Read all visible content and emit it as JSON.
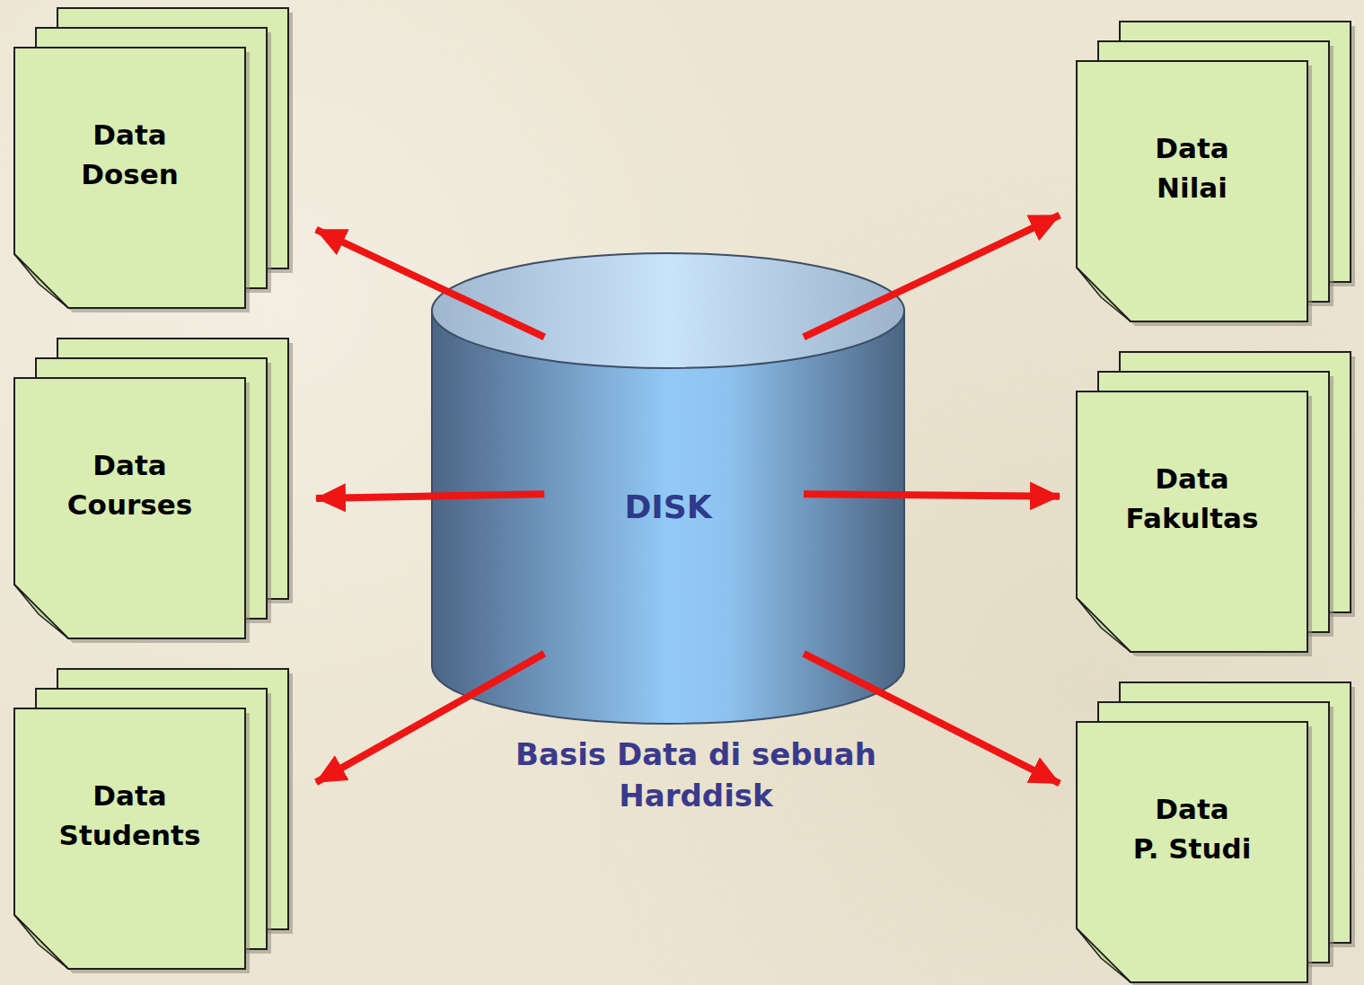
{
  "diagram": {
    "nodes": [
      {
        "text": [
          "Data Dosen"
        ]
      },
      {
        "text": [
          "Data Nilai"
        ]
      },
      {
        "text": [
          "Data Courses"
        ]
      },
      {
        "text": [
          "DISK"
        ]
      },
      {
        "text": [
          "Data Fakultas"
        ]
      },
      {
        "text": [
          "Data Students"
        ]
      },
      {
        "text": [
          "Data P. Studi"
        ]
      }
    ],
    "edges": [
      {
        "from": 3,
        "to": 0,
        "arrow": "to"
      },
      {
        "from": 3,
        "to": 1,
        "arrow": "to"
      },
      {
        "from": 3,
        "to": 2,
        "arrow": "to"
      },
      {
        "from": 3,
        "to": 4,
        "arrow": "to"
      },
      {
        "from": 3,
        "to": 5,
        "arrow": "to"
      },
      {
        "from": 3,
        "to": 6,
        "arrow": "to"
      }
    ],
    "labels": [
      "Basis Data di sebuah Harddisk"
    ]
  }
}
